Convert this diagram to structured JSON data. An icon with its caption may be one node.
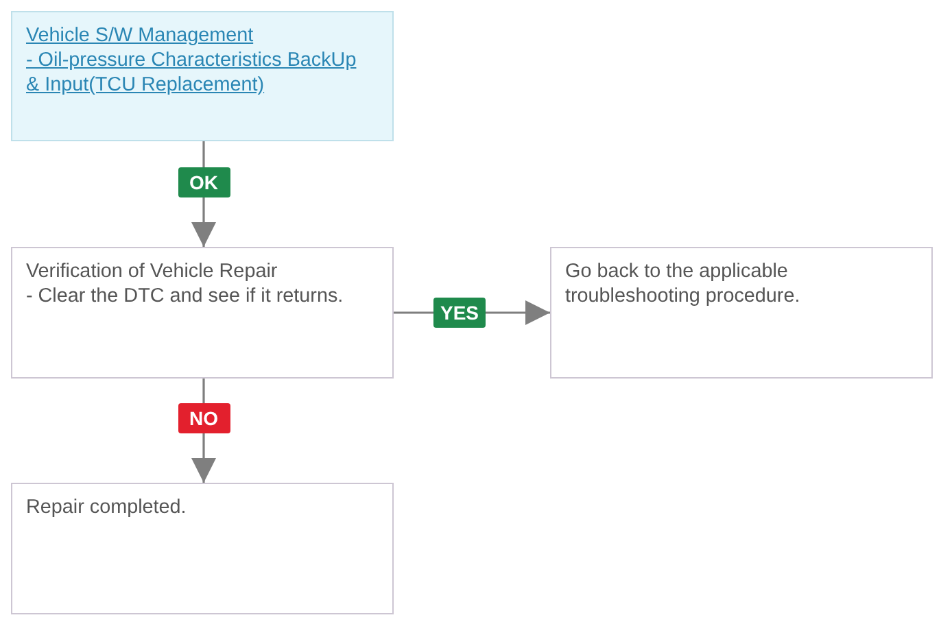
{
  "diagram": {
    "nodes": [
      {
        "text": [
          "Vehicle S/W Management",
          "- Oil-pressure Characteristics BackUp & Input(TCU Replacement)"
        ]
      },
      {
        "text": [
          "Verification of Vehicle Repair",
          "- Clear the DTC and see if it returns."
        ]
      },
      {
        "text": [
          "Go back to the applicable troubleshooting procedure."
        ]
      },
      {
        "text": [
          "Repair completed."
        ]
      }
    ],
    "edges": [
      {
        "from": 0,
        "to": 1,
        "arrow": "to",
        "label": "OK"
      },
      {
        "from": 1,
        "to": 2,
        "arrow": "to",
        "label": "YES"
      },
      {
        "from": 1,
        "to": 3,
        "arrow": "to",
        "label": "NO"
      }
    ]
  }
}
